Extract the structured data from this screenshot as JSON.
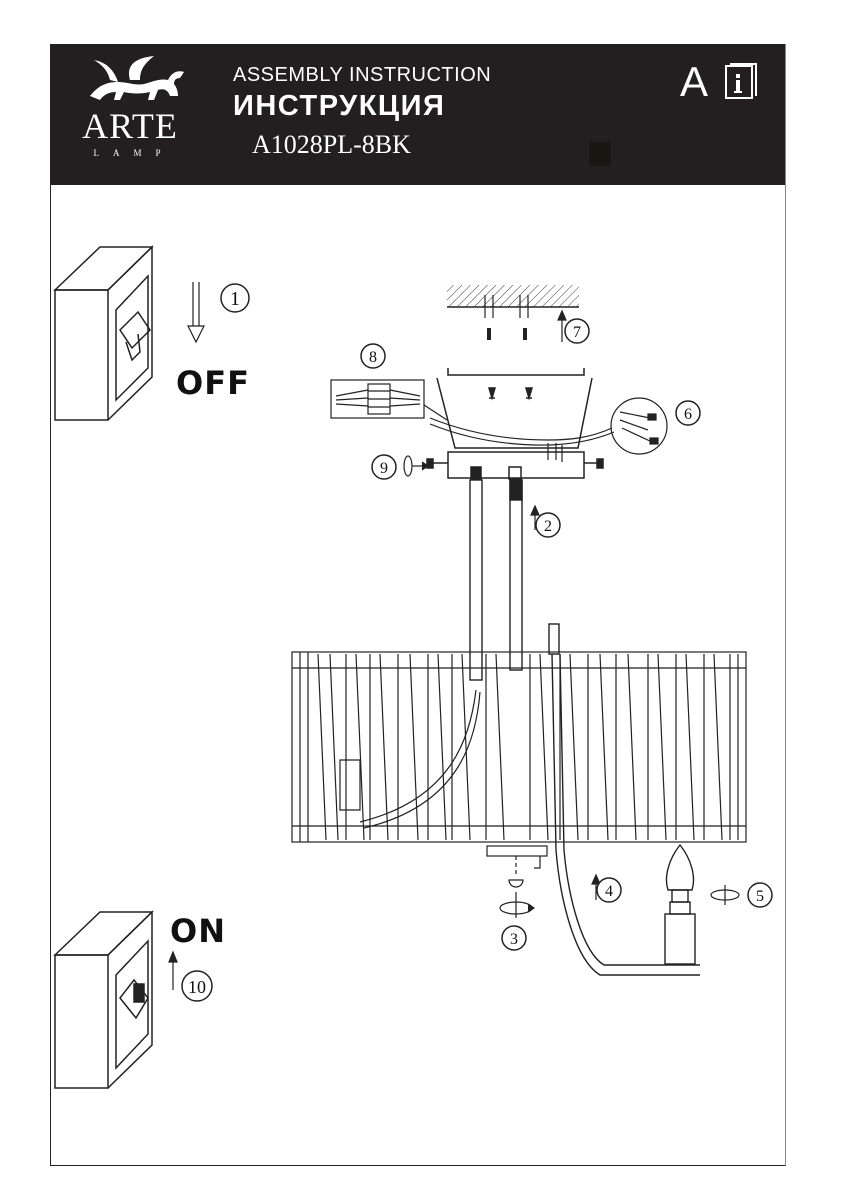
{
  "header": {
    "brand_name": "ARTE",
    "brand_sub": "LAMP",
    "title_en": "ASSEMBLY INSTRUCTION",
    "title_ru": "ИНСТРУКЦИЯ",
    "model": "A1028PL-8BK",
    "lang_letter": "A",
    "info_icon": "instruction-book-icon",
    "background": "#231f20"
  },
  "steps": {
    "switch_off_label": "OFF",
    "switch_on_label": "ON",
    "numbers": [
      "1",
      "2",
      "3",
      "4",
      "5",
      "6",
      "7",
      "8",
      "9",
      "10"
    ]
  },
  "colors": {
    "line": "#222222",
    "paper": "#ffffff"
  }
}
